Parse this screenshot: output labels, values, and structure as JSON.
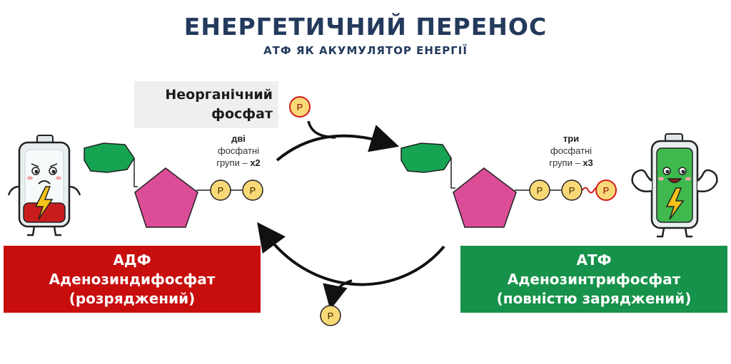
{
  "header": {
    "title": "ЕНЕРГЕТИЧНИЙ ПЕРЕНОС",
    "subtitle": "АТФ ЯК АКУМУЛЯТОР ЕНЕРГІЇ"
  },
  "inorganic_phosphate": {
    "line1": "Неорганічний",
    "line2": "фосфат"
  },
  "phosphate_symbol": "P",
  "adp": {
    "groups_count_word": "дві",
    "groups_line2": "фосфатні",
    "groups_line3_prefix": "групи – ",
    "groups_multiplier": "x2",
    "panel_line1": "АДФ",
    "panel_line2": "Аденозиндифосфат",
    "panel_line3": "(розряджений)"
  },
  "atp": {
    "groups_count_word": "три",
    "groups_line2": "фосфатні",
    "groups_line3_prefix": "групи – ",
    "groups_multiplier": "x3",
    "panel_line1": "АТФ",
    "panel_line2": "Аденозинтрифосфат",
    "panel_line3": "(повністю заряджений)"
  },
  "colors": {
    "title": "#233a5c",
    "adp_panel": "#c80d0d",
    "atp_panel": "#16924a",
    "ribose": "#dc4d97",
    "adenine": "#16a352",
    "phosphate_fill": "#f9d977",
    "high_energy_phosphate_stroke": "#d21b1b"
  },
  "icons": [
    "discharged-battery-icon",
    "charged-battery-icon",
    "lightning-icon"
  ]
}
